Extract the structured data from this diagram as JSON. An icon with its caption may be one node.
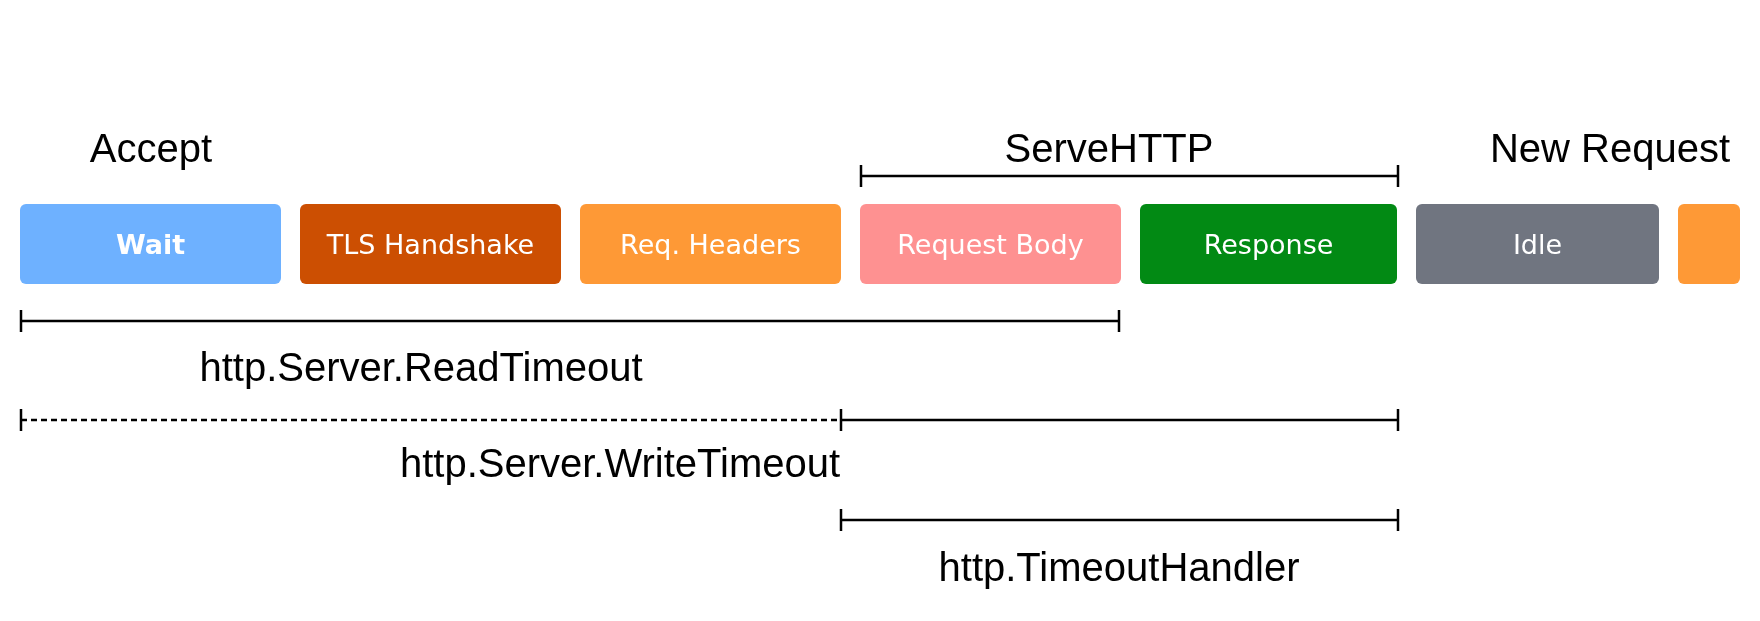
{
  "diagram": {
    "nodes": [
      {
        "text": [
          "Wait"
        ]
      },
      {
        "text": [
          "TLS Handshake"
        ]
      },
      {
        "text": [
          "Req. Headers"
        ]
      },
      {
        "text": [
          "Request Body"
        ]
      },
      {
        "text": [
          "Response"
        ]
      },
      {
        "text": [
          "Idle"
        ]
      },
      {
        "text": [],
        "shape": "bar"
      }
    ],
    "edges": [],
    "labels": [
      "Accept",
      "ServeHTTP",
      "New Request",
      "http.Server.ReadTimeout",
      "http.Server.WriteTimeout",
      "http.TimeoutHandler"
    ]
  }
}
